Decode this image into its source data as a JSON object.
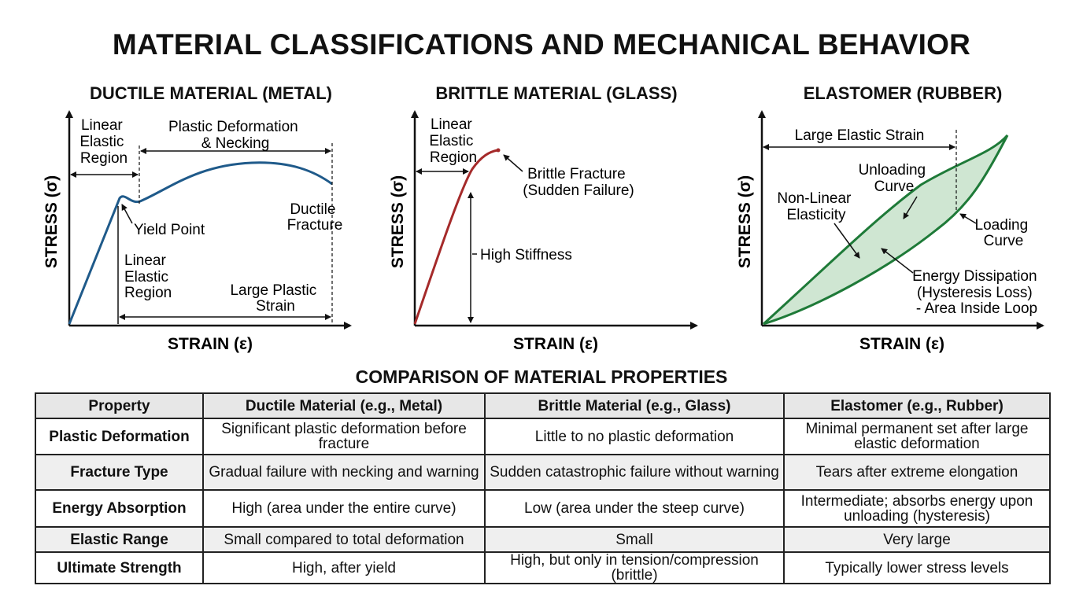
{
  "title": "MATERIAL CLASSIFICATIONS AND MECHANICAL BEHAVIOR",
  "colors": {
    "ductile": "#1f5a8a",
    "brittle": "#a52a2a",
    "elastomer": "#1e7a38",
    "loop_fill": "#cfe6d2"
  },
  "panels": [
    {
      "title": "DUCTILE MATERIAL (METAL)",
      "ylabel": "STRESS (σ)",
      "xlabel": "STRAIN (ε)",
      "labels": {
        "linear_region_top": [
          "Linear",
          "Elastic",
          "Region"
        ],
        "plastic": [
          "Plastic Deformation",
          "& Necking"
        ],
        "yield": "Yield Point",
        "fracture": [
          "Ductile",
          "Fracture"
        ],
        "linear_region_bottom": [
          "Linear",
          "Elastic",
          "Region"
        ],
        "large_plastic": [
          "Large Plastic",
          "Strain"
        ]
      }
    },
    {
      "title": "BRITTLE MATERIAL (GLASS)",
      "ylabel": "STRESS (σ)",
      "xlabel": "STRAIN (ε)",
      "labels": {
        "linear_region": [
          "Linear",
          "Elastic",
          "Region"
        ],
        "fracture": [
          "Brittle Fracture",
          "(Sudden Failure)"
        ],
        "stiffness": "High Stiffness"
      }
    },
    {
      "title": "ELASTOMER (RUBBER)",
      "ylabel": "STRESS (σ)",
      "xlabel": "STRAIN (ε)",
      "labels": {
        "large_strain": "Large Elastic Strain",
        "unloading": [
          "Unloading",
          "Curve"
        ],
        "nonlinear": [
          "Non-Linear",
          "Elasticity"
        ],
        "loading": [
          "Loading",
          "Curve"
        ],
        "energy": [
          "Energy Dissipation",
          "(Hysteresis Loss)",
          "- Area Inside Loop"
        ]
      }
    }
  ],
  "table": {
    "title": "COMPARISON OF MATERIAL PROPERTIES",
    "headers": [
      "Property",
      "Ductile Material (e.g., Metal)",
      "Brittle Material (e.g., Glass)",
      "Elastomer (e.g., Rubber)"
    ],
    "rows": [
      [
        "Plastic Deformation",
        "Significant plastic deformation before fracture",
        "Little to no plastic deformation",
        "Minimal permanent set after large elastic deformation"
      ],
      [
        "Fracture Type",
        "Gradual failure with necking and warning",
        "Sudden catastrophic failure without warning",
        "Tears after extreme elongation"
      ],
      [
        "Energy Absorption",
        "High (area under the entire curve)",
        "Low (area under the steep curve)",
        "Intermediate; absorbs energy upon unloading (hysteresis)"
      ],
      [
        "Elastic Range",
        "Small compared to total deformation",
        "Small",
        "Very large"
      ],
      [
        "Ultimate Strength",
        "High, after yield",
        "High, but only in tension/compression (brittle)",
        "Typically lower stress levels"
      ]
    ]
  }
}
